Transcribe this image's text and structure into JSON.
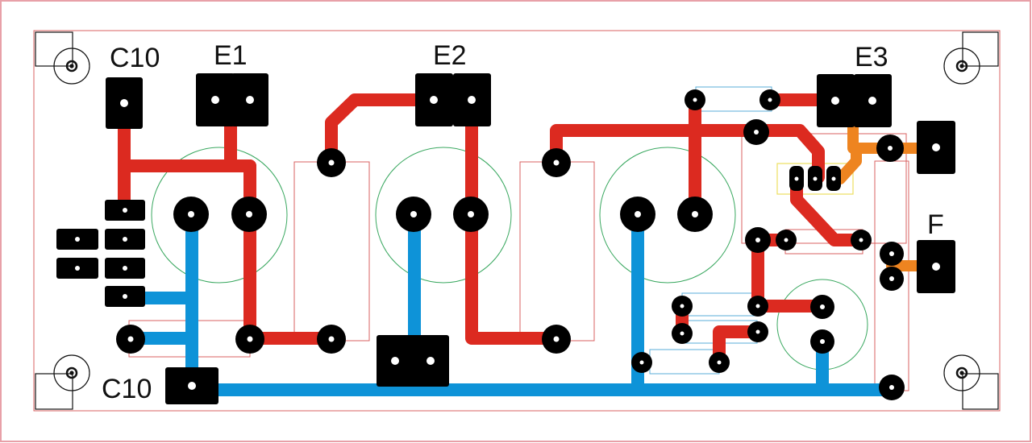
{
  "labels": {
    "c10_top": "C10",
    "e1": "E1",
    "e2": "E2",
    "e3": "E3",
    "f": "F",
    "c10_bottom": "C10"
  },
  "colors": {
    "background": "#ffffff",
    "board_border": "#e8a0a8",
    "outline": "#d96060",
    "trace_red": "#dc2a20",
    "trace_blue": "#0e93d8",
    "trace_orange": "#ee8420",
    "pad": "#000000",
    "silk_green": "#3aa860",
    "silk_blue": "#5aaed8",
    "silk_yellow": "#ece060",
    "silk_red": "#d86060"
  }
}
